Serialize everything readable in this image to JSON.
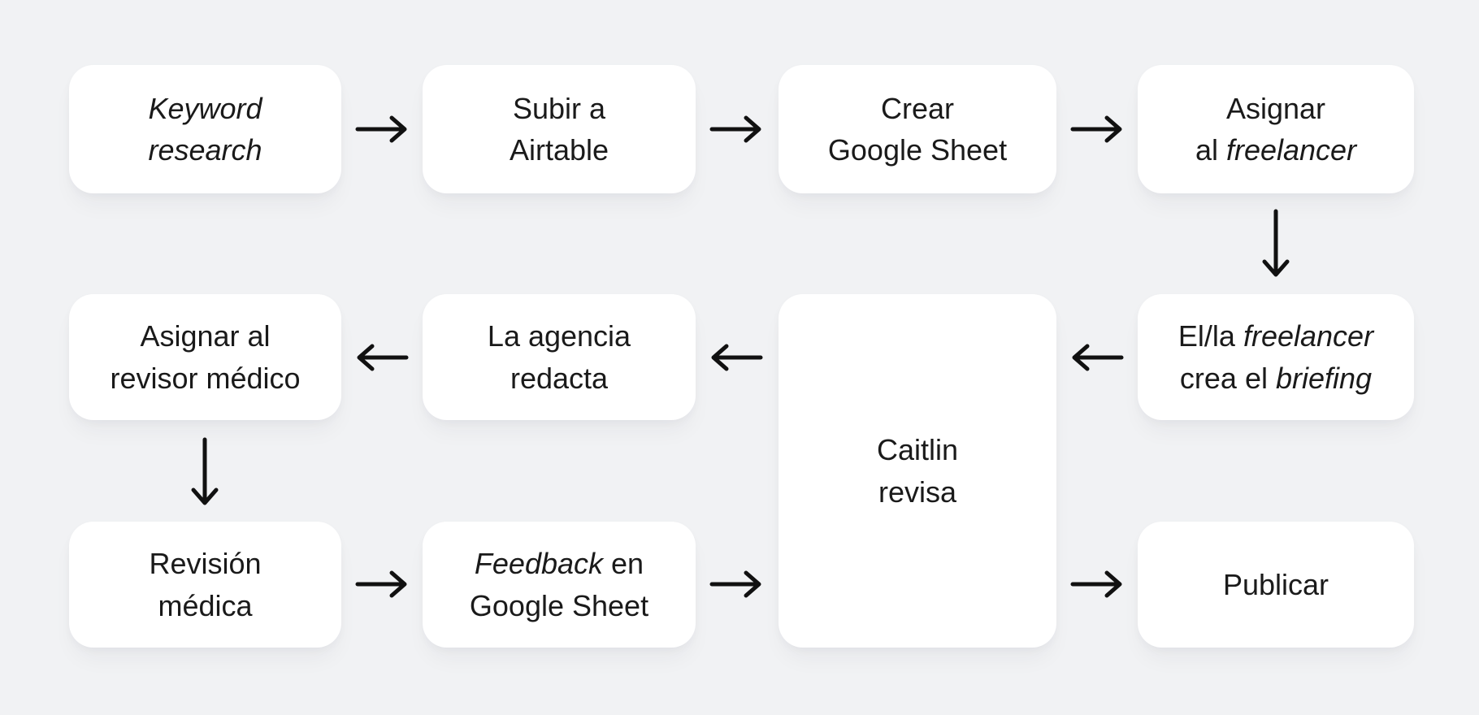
{
  "canvas": {
    "background_color": "#f1f2f4",
    "node_fill_color": "#ffffff",
    "text_color": "#1a1a1a",
    "arrow_color": "#111111"
  },
  "flowchart": {
    "nodes": {
      "keyword_research": {
        "label": "Keyword research",
        "lines": [
          [
            {
              "t": "Keyword",
              "i": true
            }
          ],
          [
            {
              "t": "research",
              "i": true
            }
          ]
        ]
      },
      "subir_airtable": {
        "label": "Subir a Airtable",
        "lines": [
          [
            {
              "t": "Subir a"
            }
          ],
          [
            {
              "t": "Airtable"
            }
          ]
        ]
      },
      "crear_google_sheet": {
        "label": "Crear Google Sheet",
        "lines": [
          [
            {
              "t": "Crear"
            }
          ],
          [
            {
              "t": "Google Sheet"
            }
          ]
        ]
      },
      "asignar_freelancer": {
        "label": "Asignar al freelancer",
        "lines": [
          [
            {
              "t": "Asignar"
            }
          ],
          [
            {
              "t": "al "
            },
            {
              "t": "freelancer",
              "i": true
            }
          ]
        ]
      },
      "freelancer_briefing": {
        "label": "El/la freelancer crea el briefing",
        "lines": [
          [
            {
              "t": "El/la "
            },
            {
              "t": "freelancer",
              "i": true
            }
          ],
          [
            {
              "t": "crea el "
            },
            {
              "t": "briefing",
              "i": true
            }
          ]
        ]
      },
      "caitlin_revisa": {
        "label": "Caitlin revisa",
        "lines": [
          [
            {
              "t": "Caitlin"
            }
          ],
          [
            {
              "t": "revisa"
            }
          ]
        ]
      },
      "agencia_redacta": {
        "label": "La agencia redacta",
        "lines": [
          [
            {
              "t": "La agencia"
            }
          ],
          [
            {
              "t": "redacta"
            }
          ]
        ]
      },
      "asignar_revisor": {
        "label": "Asignar al revisor médico",
        "lines": [
          [
            {
              "t": "Asignar al"
            }
          ],
          [
            {
              "t": "revisor médico"
            }
          ]
        ]
      },
      "revision_medica": {
        "label": "Revisión médica",
        "lines": [
          [
            {
              "t": "Revisión"
            }
          ],
          [
            {
              "t": "médica"
            }
          ]
        ]
      },
      "feedback_sheet": {
        "label": "Feedback en Google Sheet",
        "lines": [
          [
            {
              "t": "Feedback",
              "i": true
            },
            {
              "t": " en"
            }
          ],
          [
            {
              "t": "Google Sheet"
            }
          ]
        ]
      },
      "publicar": {
        "label": "Publicar",
        "lines": [
          [
            {
              "t": "Publicar"
            }
          ]
        ]
      }
    },
    "edges": [
      {
        "from": "keyword_research",
        "to": "subir_airtable",
        "direction": "right"
      },
      {
        "from": "subir_airtable",
        "to": "crear_google_sheet",
        "direction": "right"
      },
      {
        "from": "crear_google_sheet",
        "to": "asignar_freelancer",
        "direction": "right"
      },
      {
        "from": "asignar_freelancer",
        "to": "freelancer_briefing",
        "direction": "down"
      },
      {
        "from": "freelancer_briefing",
        "to": "caitlin_revisa",
        "direction": "left"
      },
      {
        "from": "caitlin_revisa",
        "to": "agencia_redacta",
        "direction": "left"
      },
      {
        "from": "agencia_redacta",
        "to": "asignar_revisor",
        "direction": "left"
      },
      {
        "from": "asignar_revisor",
        "to": "revision_medica",
        "direction": "down"
      },
      {
        "from": "revision_medica",
        "to": "feedback_sheet",
        "direction": "right"
      },
      {
        "from": "feedback_sheet",
        "to": "caitlin_revisa",
        "direction": "right"
      },
      {
        "from": "caitlin_revisa",
        "to": "publicar",
        "direction": "right"
      }
    ]
  }
}
